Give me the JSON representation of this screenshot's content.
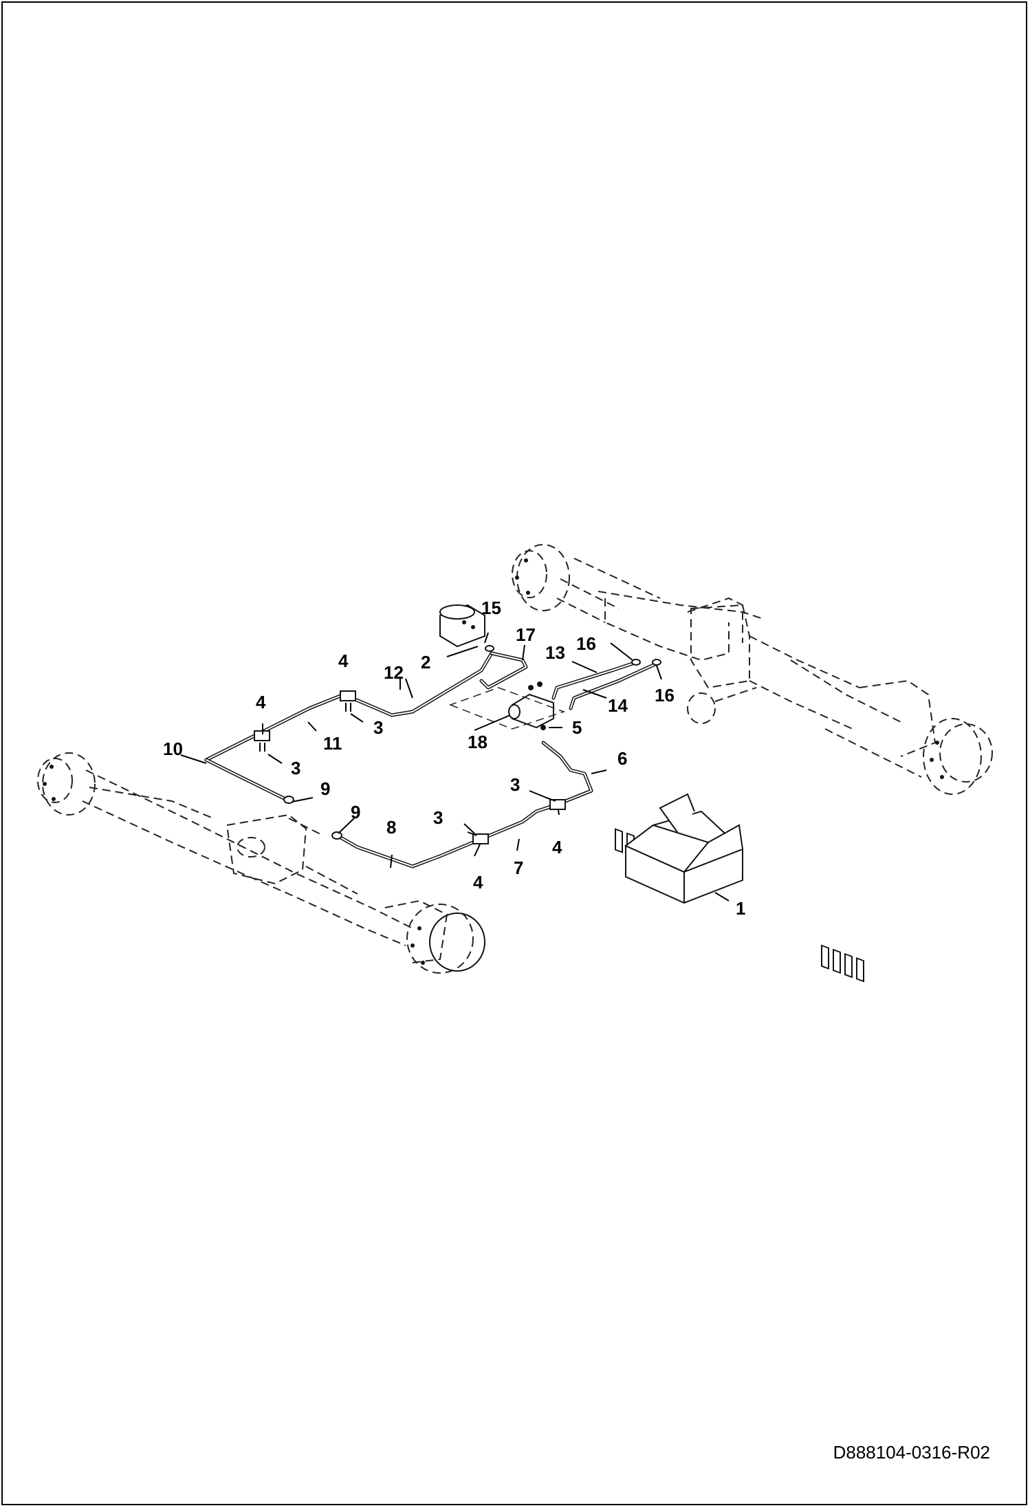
{
  "document_id": "D888104-0316-R02",
  "callouts": [
    "1",
    "2",
    "3",
    "3",
    "3",
    "3",
    "4",
    "4",
    "4",
    "4",
    "5",
    "6",
    "7",
    "8",
    "9",
    "9",
    "10",
    "11",
    "12",
    "13",
    "14",
    "15",
    "16",
    "16",
    "17",
    "18"
  ],
  "colors": {
    "line": "#111111",
    "background": "#ffffff"
  }
}
